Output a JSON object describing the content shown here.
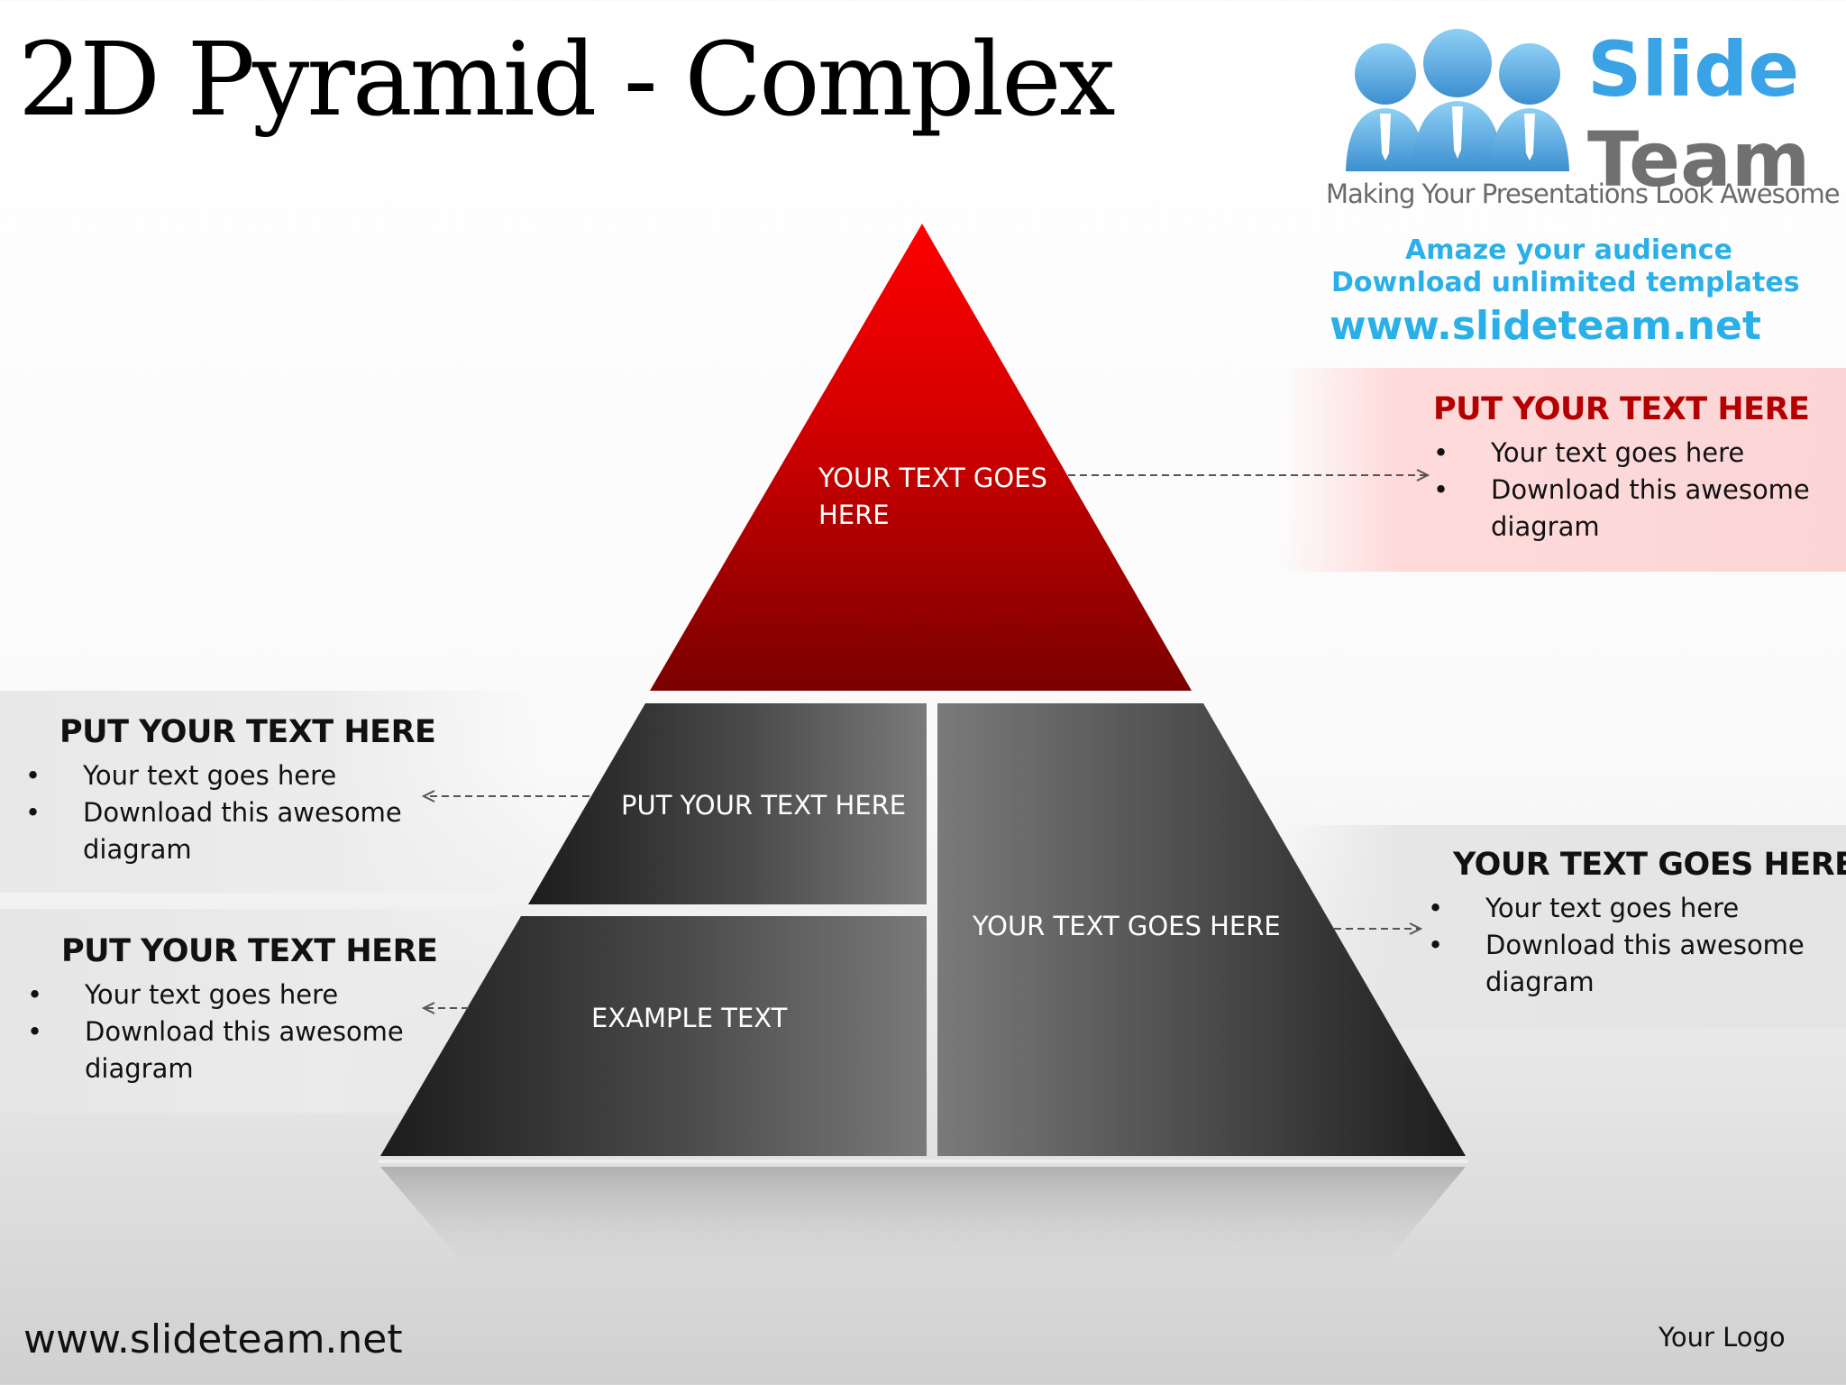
{
  "slide": {
    "title": "2D Pyramid - Complex",
    "footer_url": "www.slideteam.net",
    "footer_logo": "Your Logo"
  },
  "brand_logo": {
    "word1": "Slide",
    "word2": "Team",
    "tagline": "Making Your Presentations Look Awesome",
    "line1": "Amaze your audience",
    "line2": "Download unlimited templates",
    "line3": "www.slideteam.net",
    "colors": {
      "blue": "#3aa3e6",
      "gray": "#707070",
      "cyan": "#2ab0e8"
    }
  },
  "pyramid": {
    "top": {
      "label_line1": "YOUR TEXT GOES",
      "label_line2": "HERE",
      "color": "#e00000"
    },
    "mid_left": {
      "label": "PUT YOUR TEXT HERE",
      "color": "#3a3a3a"
    },
    "low_left": {
      "label": "EXAMPLE TEXT",
      "color": "#3a3a3a"
    },
    "right": {
      "label": "YOUR TEXT GOES HERE",
      "color": "#3a3a3a"
    }
  },
  "callouts": {
    "top_right": {
      "heading": "PUT YOUR TEXT HERE",
      "bullets": [
        "Your text goes here",
        "Download this awesome",
        "diagram"
      ]
    },
    "mid_left": {
      "heading": "PUT YOUR TEXT HERE",
      "bullets": [
        "Your text goes here",
        "Download this awesome",
        "diagram"
      ]
    },
    "low_left": {
      "heading": "PUT YOUR TEXT HERE",
      "bullets": [
        "Your text goes here",
        "Download this awesome",
        "diagram"
      ]
    },
    "mid_right": {
      "heading": "YOUR TEXT GOES HERE",
      "bullets": [
        "Your text goes here",
        "Download this awesome",
        "diagram"
      ]
    }
  }
}
